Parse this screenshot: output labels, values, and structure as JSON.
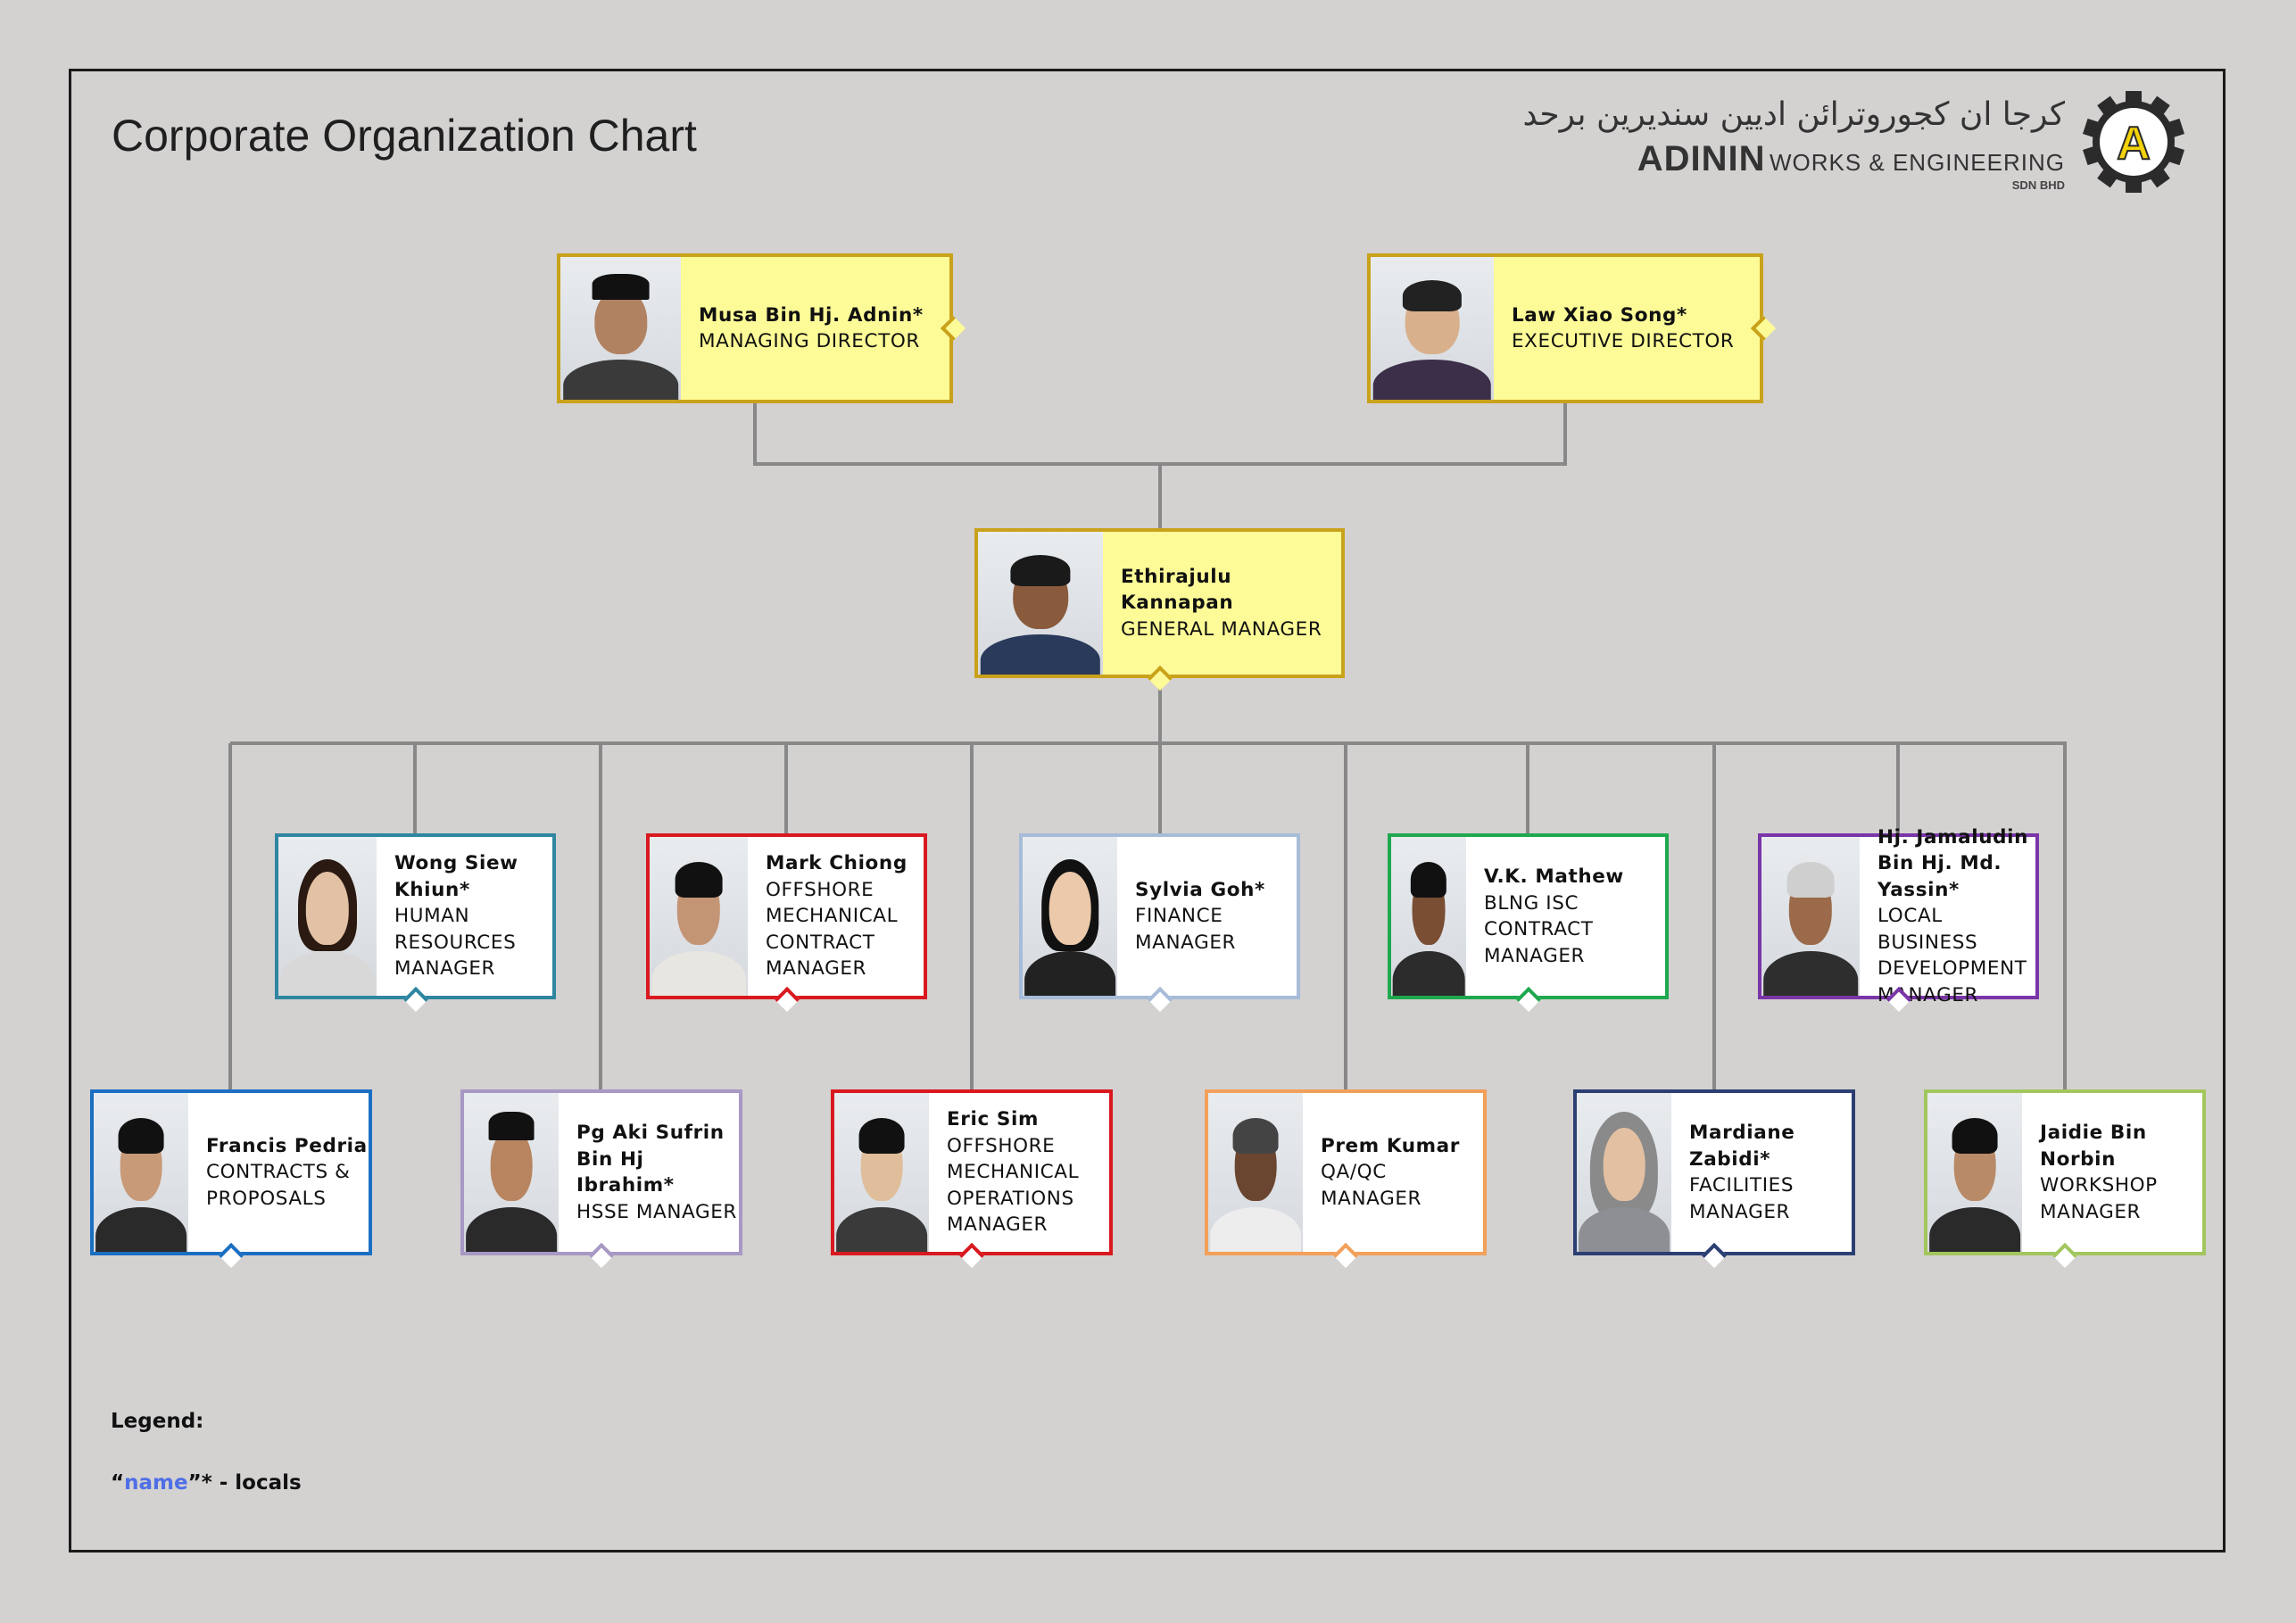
{
  "title": "Corporate Organization Chart",
  "logo": {
    "jawi": "كرجا ان كجوروترائن اديين سنديرين برحد",
    "brand_main": "ADININ",
    "brand_sub": "WORKS & ENGINEERING",
    "brand_sdn": "SDN BHD",
    "mark_letter": "A",
    "mark_color": "#f2d20a",
    "gear_color": "#2b2b2b"
  },
  "people": {
    "musa": {
      "name": "Musa Bin Hj. Adnin*",
      "role": "MANAGING DIRECTOR"
    },
    "law": {
      "name": "Law Xiao Song*",
      "role": "EXECUTIVE DIRECTOR"
    },
    "ethirajulu": {
      "name": "Ethirajulu Kannapan",
      "role": "GENERAL MANAGER"
    },
    "wong": {
      "name": "Wong Siew Khiun*",
      "role": "HUMAN RESOURCES MANAGER"
    },
    "mark": {
      "name": "Mark Chiong",
      "role": "OFFSHORE MECHANICAL CONTRACT MANAGER"
    },
    "sylvia": {
      "name": "Sylvia Goh*",
      "role": "FINANCE MANAGER"
    },
    "mathew": {
      "name": "V.K. Mathew",
      "role": "BLNG ISC CONTRACT MANAGER"
    },
    "jamaludin": {
      "name": "Hj. Jamaludin Bin Hj. Md. Yassin*",
      "role": "LOCAL BUSINESS DEVELOPMENT MANAGER"
    },
    "francis": {
      "name": "Francis Pedria",
      "role": "CONTRACTS & PROPOSALS"
    },
    "pgaki": {
      "name": "Pg Aki Sufrin Bin Hj Ibrahim*",
      "role": "HSSE MANAGER"
    },
    "eric": {
      "name": "Eric Sim",
      "role": "OFFSHORE MECHANICAL OPERATIONS MANAGER"
    },
    "prem": {
      "name": "Prem Kumar",
      "role": "QA/QC MANAGER"
    },
    "mardiane": {
      "name": "Mardiane Zabidi*",
      "role": "FACILITIES MANAGER"
    },
    "jaidie": {
      "name": "Jaidie Bin Norbin",
      "role": "WORKSHOP MANAGER"
    }
  },
  "colors": {
    "gold": "#c9a21a",
    "teal": "#2e86a0",
    "red": "#d9191f",
    "lightblue": "#a6bcd8",
    "green": "#1fa84f",
    "purple": "#7a35a8",
    "blue": "#1b6fc2",
    "lavender": "#a898c4",
    "orange": "#f2a05a",
    "navy": "#2b3f73",
    "lightgreen": "#a2c65e",
    "connector": "#888888"
  },
  "legend": {
    "title": "Legend:",
    "open_quote": "“",
    "sample_name": "name",
    "suffix": "”* - locals"
  }
}
